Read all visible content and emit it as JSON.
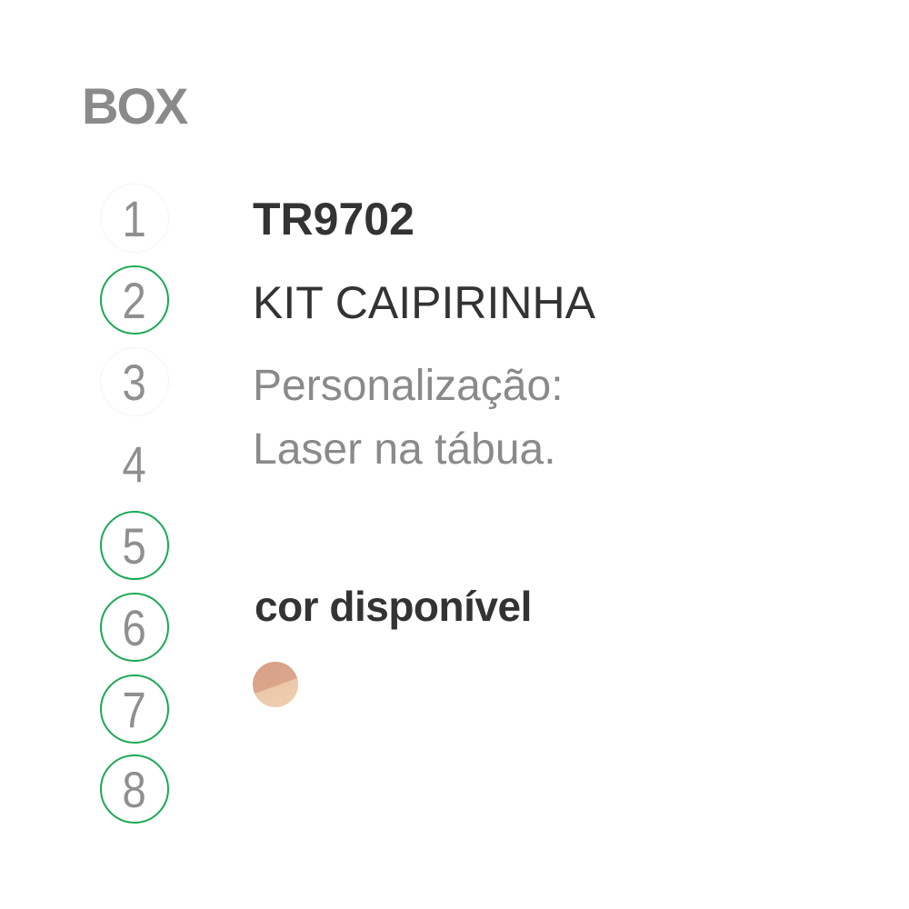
{
  "header": {
    "title": "BOX"
  },
  "steps": [
    {
      "number": "1",
      "active": false
    },
    {
      "number": "2",
      "active": true
    },
    {
      "number": "3",
      "active": false
    },
    {
      "number": "4",
      "active": false
    },
    {
      "number": "5",
      "active": true
    },
    {
      "number": "6",
      "active": true
    },
    {
      "number": "7",
      "active": true
    },
    {
      "number": "8",
      "active": true
    }
  ],
  "product": {
    "code": "TR9702",
    "name": "KIT CAIPIRINHA",
    "description_line1": "Personalização:",
    "description_line2": "Laser na tábua."
  },
  "colors": {
    "label": "cor disponível",
    "swatches": [
      {
        "name": "wood",
        "hex": "#dba58c"
      }
    ]
  },
  "accent_color": "#1aa954"
}
